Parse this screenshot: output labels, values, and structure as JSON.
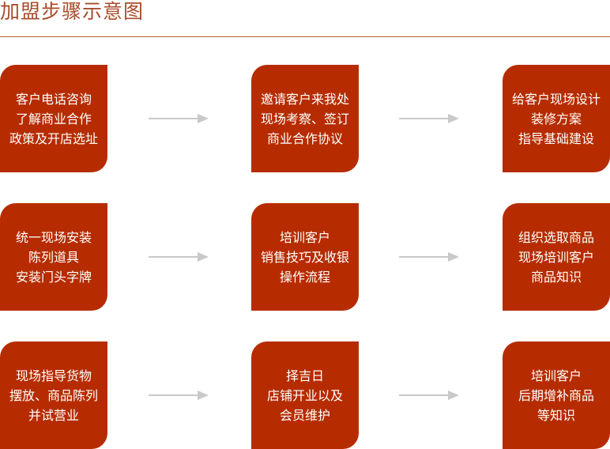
{
  "page": {
    "title": "加盟步骤示意图"
  },
  "steps": [
    [
      "客户电话咨询",
      "了解商业合作",
      "政策及开店选址"
    ],
    [
      "邀请客户来我处",
      "现场考察、签订",
      "商业合作协议"
    ],
    [
      "给客户现场设计",
      "装修方案",
      "指导基础建设"
    ],
    [
      "统一现场安装",
      "陈列道具",
      "安装门头字牌"
    ],
    [
      "培训客户",
      "销售技巧及收银",
      "操作流程"
    ],
    [
      "组织选取商品",
      "现场培训客户",
      "商品知识"
    ],
    [
      "现场指导货物",
      "摆放、商品陈列",
      "并试营业"
    ],
    [
      "择吉日",
      "店铺开业以及",
      "会员维护"
    ],
    [
      "培训客户",
      "后期增补商品",
      "等知识"
    ]
  ],
  "colors": {
    "box": "#b62c00",
    "title": "#a84d2c",
    "arrow": "#c9c9c9"
  }
}
